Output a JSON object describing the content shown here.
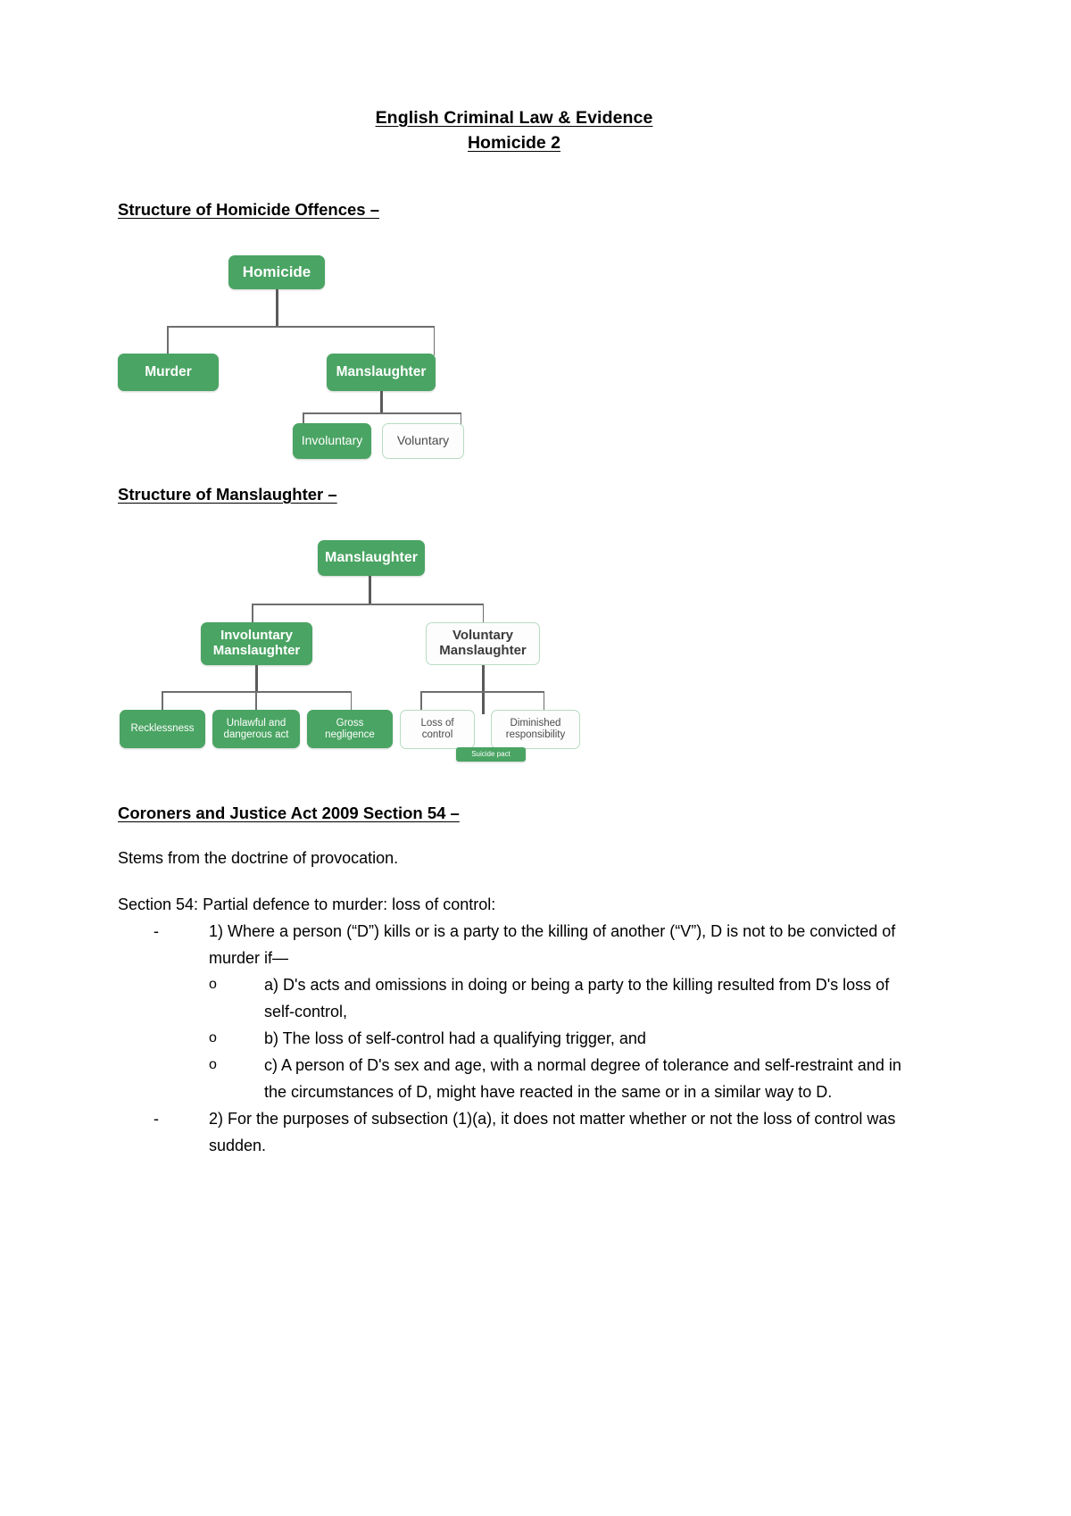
{
  "document": {
    "title": "English Criminal Law & Evidence",
    "subtitle": "Homicide 2 "
  },
  "sections": {
    "homicide_structure_heading": "Structure of Homicide Offences –",
    "manslaughter_structure_heading": "Structure of Manslaughter –",
    "cja_heading": "Coroners and Justice Act 2009 Section 54 –"
  },
  "body": {
    "provocation_note": "Stems from the doctrine of provocation.",
    "section54_lead": "Section 54: Partial defence to murder: loss of control:",
    "items": [
      {
        "marker": "-",
        "text": "1) Where a person (“D”) kills or is a party to the killing of another (“V”), D is not to be convicted of murder if—",
        "subitems": [
          {
            "marker": "o",
            "text": "a) D's acts and omissions in doing or being a party to the killing resulted from D's loss of self-control,"
          },
          {
            "marker": "o",
            "text": "b) The loss of self-control had a qualifying trigger, and"
          },
          {
            "marker": "o",
            "text": "c) A person of D's sex and age, with a normal degree of tolerance and self-restraint and in the circumstances of D, might have reacted in the same or in a similar way to D."
          }
        ]
      },
      {
        "marker": "-",
        "text": "2) For the purposes of subsection (1)(a), it does not matter whether or not the loss of control was sudden.",
        "subitems": []
      }
    ]
  },
  "diagram_homicide": {
    "title": "Structure of Homicide Offences",
    "nodes": {
      "root": "Homicide",
      "murder": "Murder",
      "manslaughter": "Manslaughter",
      "involuntary": "Involuntary",
      "voluntary": "Voluntary"
    }
  },
  "diagram_manslaughter": {
    "title": "Structure of Manslaughter",
    "nodes": {
      "root": "Manslaughter",
      "involuntary": "Involuntary Manslaughter",
      "voluntary": "Voluntary Manslaughter",
      "recklessness": "Recklessness",
      "unlawful_act": "Unlawful and dangerous act",
      "gross_negligence": "Gross negligence",
      "loss_of_control": "Loss of control",
      "diminished_responsibility": "Diminished responsibility",
      "suicide_pact": "Suicide pact"
    }
  },
  "colors": {
    "node_fill": "#4aa463",
    "node_text": "#ffffff",
    "node_outline_border": "#b7dcc1",
    "node_outline_text": "#3c3c3c",
    "connector": "#5a5a5a",
    "page_background": "#ffffff",
    "body_text": "#000000"
  }
}
